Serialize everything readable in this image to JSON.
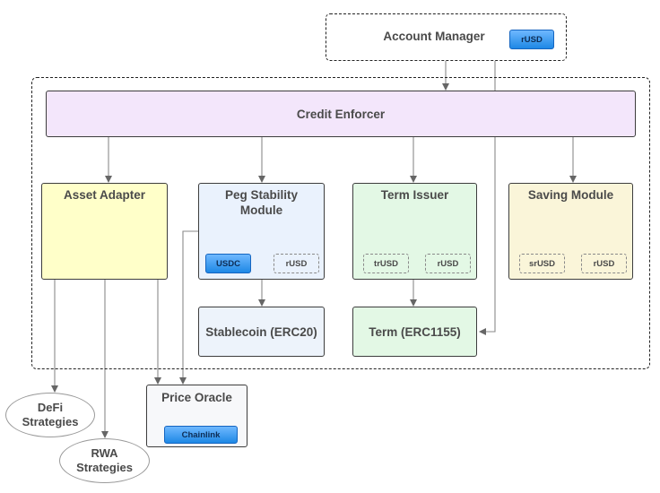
{
  "account_manager": {
    "title": "Account Manager",
    "badge": "rUSD"
  },
  "credit_enforcer": {
    "title": "Credit Enforcer"
  },
  "asset_adapter": {
    "title": "Asset Adapter"
  },
  "peg_stability": {
    "title": "Peg Stability Module",
    "title_lines": [
      "Peg Stability",
      "Module"
    ],
    "badges": [
      "USDC",
      "rUSD"
    ]
  },
  "term_issuer": {
    "title": "Term Issuer",
    "badges": [
      "trUSD",
      "rUSD"
    ]
  },
  "saving_module": {
    "title": "Saving Module",
    "badges": [
      "srUSD",
      "rUSD"
    ]
  },
  "stablecoin": {
    "title": "Stablecoin (ERC20)"
  },
  "term": {
    "title": "Term (ERC1155)"
  },
  "price_oracle": {
    "title": "Price Oracle",
    "badge": "Chainlink"
  },
  "defi_strategies": {
    "lines": [
      "DeFi",
      "Strategies"
    ]
  },
  "rwa_strategies": {
    "lines": [
      "RWA",
      "Strategies"
    ]
  },
  "colors": {
    "credit_enforcer_fill": "#f3e6fb",
    "asset_adapter_fill": "#ffffc9",
    "peg_stability_fill": "#eaf2fd",
    "term_issuer_fill": "#e3f8e5",
    "saving_module_fill": "#faf5d9",
    "stablecoin_fill": "#edf3fb",
    "term_fill": "#e3f8e5",
    "price_oracle_fill": "#f7f8fa",
    "badge_blue": "#2e8ef0"
  }
}
